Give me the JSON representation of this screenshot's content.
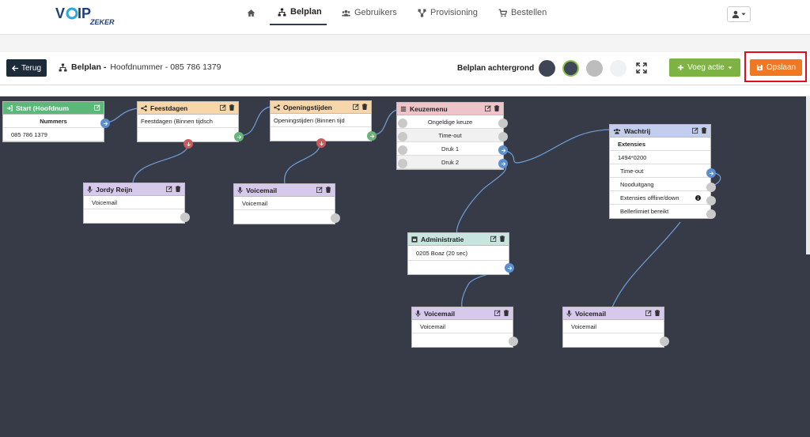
{
  "brand": {
    "logo_main": "VOIP",
    "logo_sub": "ZEKER"
  },
  "nav": {
    "items": [
      {
        "label": "",
        "icon": "home-icon"
      },
      {
        "label": "Belplan",
        "icon": "sitemap-icon",
        "active": true
      },
      {
        "label": "Gebruikers",
        "icon": "users-icon"
      },
      {
        "label": "Provisioning",
        "icon": "network-icon"
      },
      {
        "label": "Bestellen",
        "icon": "cart-icon"
      }
    ]
  },
  "toolbar": {
    "back_label": "Terug",
    "title_bold": "Belplan -",
    "title_rest": "Hoofdnummer - 085 786 1379",
    "background_label": "Belplan achtergrond",
    "swatches": [
      "#3d4654",
      "#3e4757",
      "#bdbdbd",
      "#f0f1f5"
    ],
    "add_label": "Voeg actie",
    "save_label": "Opslaan"
  },
  "colors": {
    "accent_add": "#7cb342",
    "accent_save": "#f07822",
    "highlight": "#e10c1f",
    "canvas": "#363b47"
  },
  "nodes": {
    "start": {
      "title": "Start (Hoofdnum",
      "color": "#5cb878",
      "rows": [
        "Nummers",
        "085 786 1379"
      ]
    },
    "feestdagen": {
      "title": "Feestdagen",
      "color": "#f7d7a9",
      "rows": [
        "Feestdagen (Binnen tijdsch"
      ]
    },
    "openingstijden": {
      "title": "Openingstijden",
      "color": "#f7d7a9",
      "rows": [
        "Openingstijden (Binnen tijd"
      ]
    },
    "keuzemenu": {
      "title": "Keuzemenu",
      "color": "#efc4c9",
      "rows": [
        "Ongeldige keuze",
        "Time-out",
        "Druk 1",
        "Druk 2"
      ]
    },
    "wachtrij": {
      "title": "Wachtrij",
      "color": "#c3cdee",
      "rows": [
        "Extensies",
        "1494*0200",
        "Time-out",
        "Nooduitgang",
        "Extensies offline/down",
        "Bellerlimiet bereikt"
      ]
    },
    "jordy": {
      "title": "Jordy Reijn",
      "color": "#d7c9ec",
      "rows": [
        "Voicemail"
      ]
    },
    "voicemail1": {
      "title": "Voicemail",
      "color": "#d7c9ec",
      "rows": [
        "Voicemail"
      ]
    },
    "administratie": {
      "title": "Administratie",
      "color": "#c8e6de",
      "rows": [
        "0205 Boaz (20 sec)"
      ]
    },
    "voicemail2": {
      "title": "Voicemail",
      "color": "#d7c9ec",
      "rows": [
        "Voicemail"
      ]
    },
    "voicemail3": {
      "title": "Voicemail",
      "color": "#d7c9ec",
      "rows": [
        "Voicemail"
      ]
    }
  }
}
